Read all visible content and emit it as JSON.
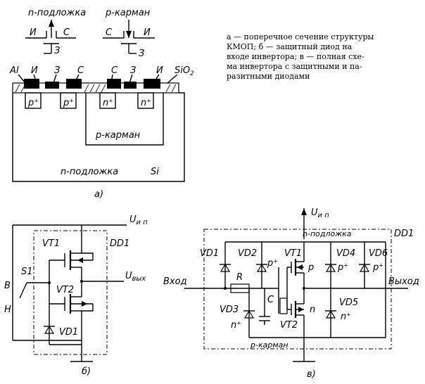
{
  "caption": {
    "line1": "а — поперечное сечение структуры",
    "line2": "КМОП; б — защитный диод на",
    "line3": "входе инвертора; в — полная схе-",
    "line4": "ма инвертора с защитными и па-",
    "line5": "разитными диодами"
  },
  "figA": {
    "panel_label": "а)",
    "n_substrate_top": "n-подложка",
    "p_well_top": "p-карман",
    "src_i": "И",
    "src_s": "С",
    "gate_z": "З",
    "al": "Al",
    "sio2": "SiO",
    "sio2_sub": "2",
    "contacts": [
      "И",
      "З",
      "С",
      "С",
      "З",
      "И"
    ],
    "p_plus": "p⁺",
    "n_plus": "n⁺",
    "p_well": "p-карман",
    "n_substrate": "n-подложка",
    "si": "Si"
  },
  "figB": {
    "panel_label": "б)",
    "supply": "U",
    "supply_sub": "и п",
    "output": "U",
    "output_sub": "вых",
    "dd1": "DD1",
    "vt1": "VT1",
    "vt2": "VT2",
    "vd1": "VD1",
    "s1": "S1",
    "b": "В",
    "h": "Н"
  },
  "figC": {
    "panel_label": "в)",
    "supply": "U",
    "supply_sub": "и п",
    "n_substrate": "n-подложка",
    "dd1": "DD1",
    "input": "Вход",
    "output": "Выход",
    "r": "R",
    "c": "C",
    "vd1": "VD1",
    "vd2": "VD2",
    "vd3": "VD3",
    "vd4": "VD4",
    "vd5": "VD5",
    "vd6": "VD6",
    "vt1": "VT1",
    "vt2": "VT2",
    "p": "p",
    "n": "n",
    "p_plus": "p⁺",
    "n_plus": "n⁺",
    "p_well": "p-карман"
  }
}
